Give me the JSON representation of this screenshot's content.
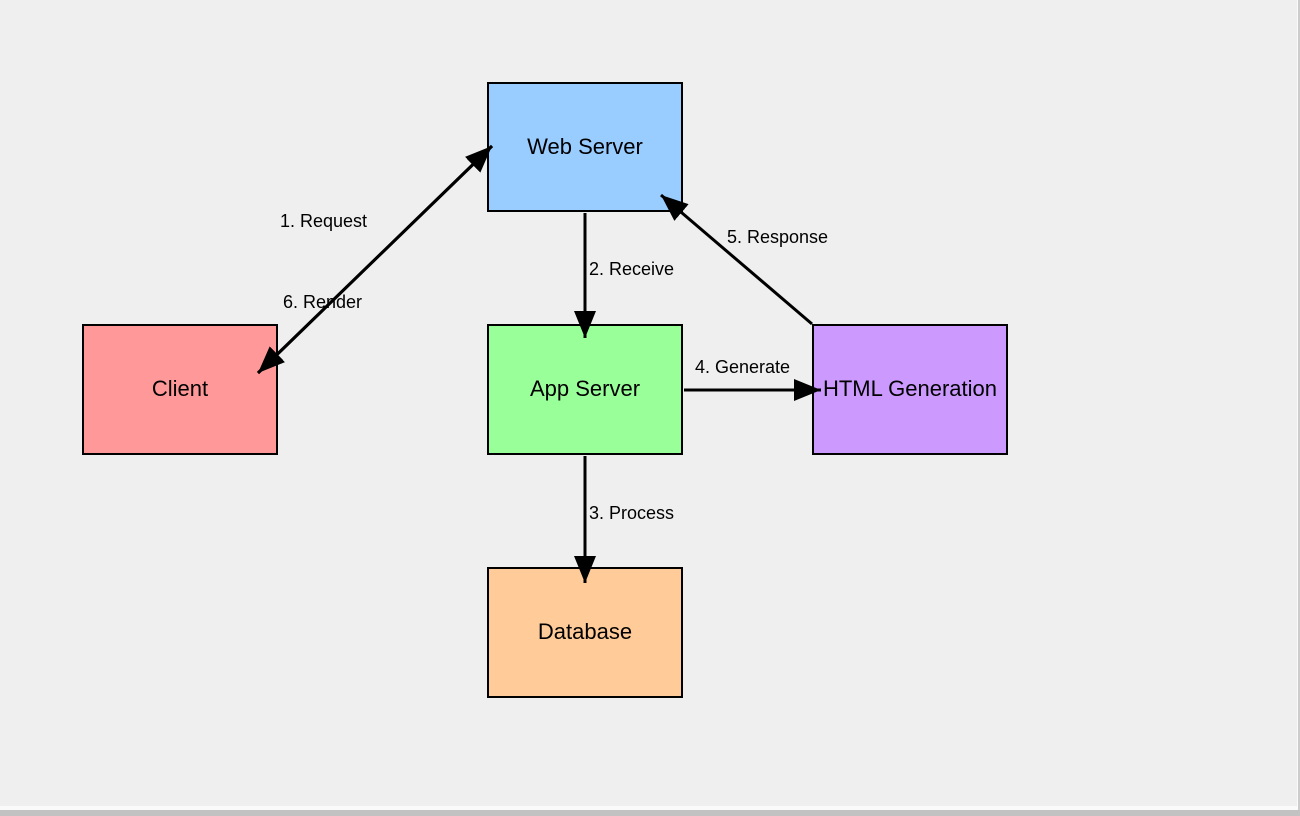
{
  "diagram": {
    "background_color": "#efefef",
    "stroke_color": "#000000",
    "nodes": [
      {
        "id": "web-server",
        "label": "Web Server",
        "fill": "#99ccff"
      },
      {
        "id": "client",
        "label": "Client",
        "fill": "#ff9999"
      },
      {
        "id": "app-server",
        "label": "App Server",
        "fill": "#99ff99"
      },
      {
        "id": "html-generation",
        "label": "HTML Generation",
        "fill": "#cc99ff"
      },
      {
        "id": "database",
        "label": "Database",
        "fill": "#ffcc99"
      }
    ],
    "edges": [
      {
        "label": "1. Request",
        "from": "Client",
        "to": "Web Server"
      },
      {
        "label": "2. Receive",
        "from": "Web Server",
        "to": "App Server"
      },
      {
        "label": "3. Process",
        "from": "App Server",
        "to": "Database"
      },
      {
        "label": "4. Generate",
        "from": "App Server",
        "to": "HTML Generation"
      },
      {
        "label": "5. Response",
        "from": "HTML Generation",
        "to": "Web Server"
      },
      {
        "label": "6. Render",
        "from": "Web Server",
        "to": "Client"
      }
    ]
  }
}
